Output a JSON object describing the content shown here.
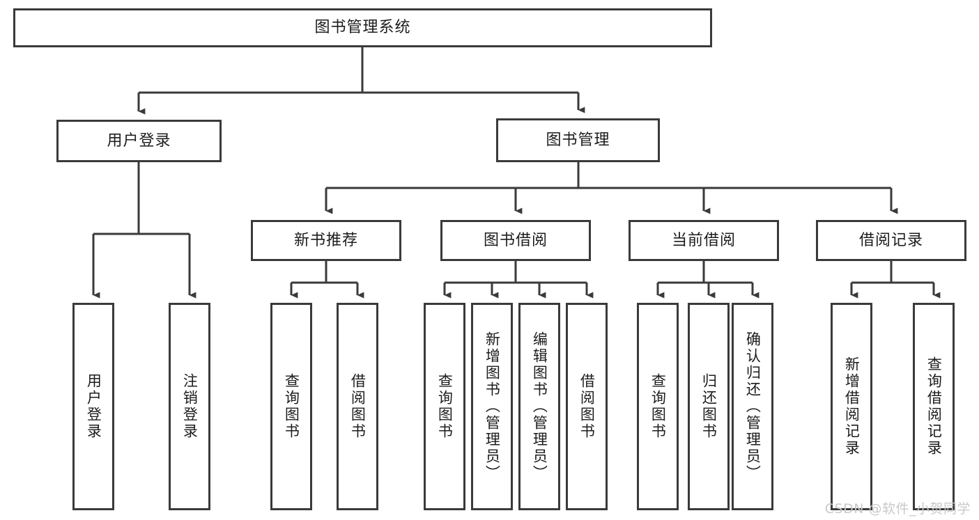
{
  "diagram": {
    "type": "tree",
    "title": "图书管理系统",
    "orientation": "top-down",
    "colors": {
      "node_stroke": "#3a3a3a",
      "node_fill": "#ffffff",
      "edge_stroke": "#3a3a3a",
      "text": "#1c1c1c",
      "watermark": "#c9c9c9",
      "background": "#ffffff"
    },
    "levels": {
      "level0": [
        "图书管理系统"
      ],
      "level1": [
        "用户登录",
        "图书管理"
      ],
      "level2": [
        "新书推荐",
        "图书借阅",
        "当前借阅",
        "借阅记录"
      ],
      "level3": [
        "用户登录",
        "注销登录",
        "查询图书",
        "借阅图书",
        "查询图书",
        "新增图书（管理员）",
        "编辑图书（管理员）",
        "借阅图书",
        "查询图书",
        "归还图书",
        "确认归还（管理员）",
        "新增借阅记录",
        "查询借阅记录"
      ]
    },
    "nodes": {
      "root": {
        "label": "图书管理系统"
      },
      "user_login": {
        "label": "用户登录"
      },
      "book_mgmt": {
        "label": "图书管理"
      },
      "new_book_rec": {
        "label": "新书推荐"
      },
      "book_borrow": {
        "label": "图书借阅"
      },
      "current_borrow": {
        "label": "当前借阅"
      },
      "borrow_record": {
        "label": "借阅记录"
      },
      "leaf_user_login": {
        "label": "用户登录"
      },
      "leaf_logout": {
        "label": "注销登录"
      },
      "leaf_query_book_a": {
        "label": "查询图书"
      },
      "leaf_borrow_book_a": {
        "label": "借阅图书"
      },
      "leaf_query_book_b": {
        "label": "查询图书"
      },
      "leaf_add_book_admin": {
        "label": "新增图书（管理员）"
      },
      "leaf_edit_book_admin": {
        "label": "编辑图书（管理员）"
      },
      "leaf_borrow_book_b": {
        "label": "借阅图书"
      },
      "leaf_query_book_c": {
        "label": "查询图书"
      },
      "leaf_return_book": {
        "label": "归还图书"
      },
      "leaf_confirm_return_admin": {
        "label": "确认归还（管理员）"
      },
      "leaf_add_record": {
        "label": "新增借阅记录"
      },
      "leaf_query_record": {
        "label": "查询借阅记录"
      }
    },
    "edges": [
      {
        "from": "root",
        "to": "user_login"
      },
      {
        "from": "root",
        "to": "book_mgmt"
      },
      {
        "from": "book_mgmt",
        "to": "new_book_rec"
      },
      {
        "from": "book_mgmt",
        "to": "book_borrow"
      },
      {
        "from": "book_mgmt",
        "to": "current_borrow"
      },
      {
        "from": "book_mgmt",
        "to": "borrow_record"
      },
      {
        "from": "user_login",
        "to": "leaf_user_login"
      },
      {
        "from": "user_login",
        "to": "leaf_logout"
      },
      {
        "from": "new_book_rec",
        "to": "leaf_query_book_a"
      },
      {
        "from": "new_book_rec",
        "to": "leaf_borrow_book_a"
      },
      {
        "from": "book_borrow",
        "to": "leaf_query_book_b"
      },
      {
        "from": "book_borrow",
        "to": "leaf_add_book_admin"
      },
      {
        "from": "book_borrow",
        "to": "leaf_edit_book_admin"
      },
      {
        "from": "book_borrow",
        "to": "leaf_borrow_book_b"
      },
      {
        "from": "current_borrow",
        "to": "leaf_query_book_c"
      },
      {
        "from": "current_borrow",
        "to": "leaf_return_book"
      },
      {
        "from": "current_borrow",
        "to": "leaf_confirm_return_admin"
      },
      {
        "from": "borrow_record",
        "to": "leaf_add_record"
      },
      {
        "from": "borrow_record",
        "to": "leaf_query_record"
      }
    ]
  },
  "watermark": {
    "text": "CSDN @软件_小贺同学"
  }
}
